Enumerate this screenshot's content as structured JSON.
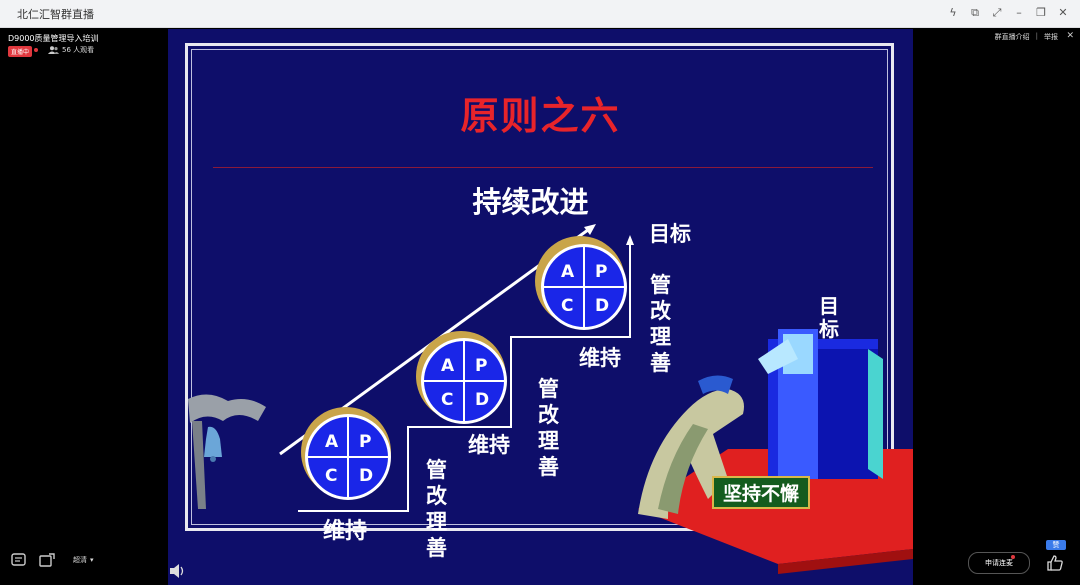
{
  "window": {
    "title": "北仁汇智群直播",
    "buttons": [
      "lightning-icon",
      "pip-icon",
      "expand-icon",
      "minimize-icon",
      "restore-icon",
      "close-icon"
    ]
  },
  "live": {
    "course_title": "D9000质量管理导入培训",
    "badge": "直播中",
    "viewers": "56 人观看",
    "links": [
      "群直播介绍",
      "举报"
    ],
    "link_sep": "|"
  },
  "slide": {
    "heading": "原则之六",
    "subheading": "持续改进",
    "pdca": [
      "A",
      "P",
      "C",
      "D"
    ],
    "maintain": "维持",
    "manage": "管",
    "manage2": "理",
    "improve": "改",
    "improve2": "善",
    "goal": "目标",
    "goal_vertical": "目标",
    "perseverance": "坚持不懈"
  },
  "bottom": {
    "quality": "超清",
    "apply_button": "申请连麦",
    "like_count": "赞"
  },
  "colors": {
    "slide_bg": "#0e0e6a",
    "heading": "#e8242a",
    "pdca_fill": "#1a26e8",
    "badge_red": "#e0383e"
  }
}
